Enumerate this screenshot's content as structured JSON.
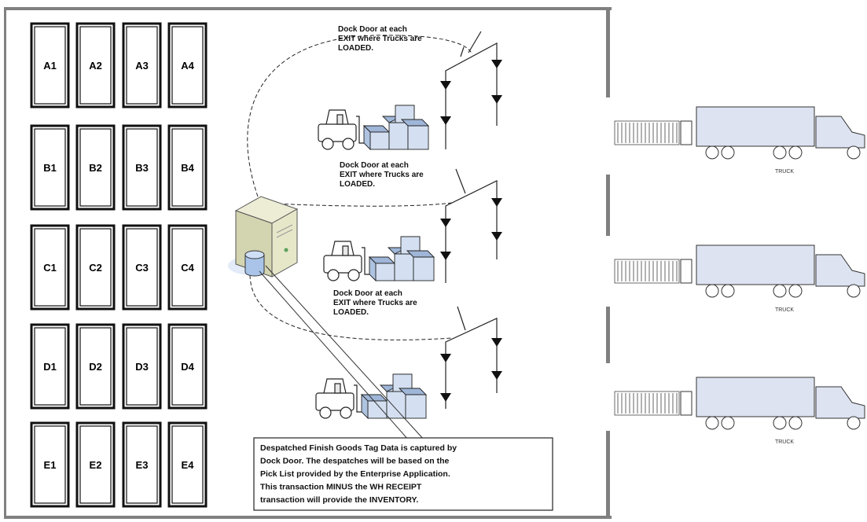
{
  "storage_grid": {
    "rows": [
      [
        "A1",
        "A2",
        "A3",
        "A4"
      ],
      [
        "B1",
        "B2",
        "B3",
        "B4"
      ],
      [
        "C1",
        "C2",
        "C3",
        "C4"
      ],
      [
        "D1",
        "D2",
        "D3",
        "D4"
      ],
      [
        "E1",
        "E2",
        "E3",
        "E4"
      ]
    ]
  },
  "callouts": [
    [
      "Dock Door at each",
      "EXIT where Trucks are",
      "LOADED."
    ],
    [
      "Dock Door at each",
      "EXIT where Trucks are",
      "LOADED."
    ],
    [
      "Dock Door at each",
      "EXIT where Trucks are",
      "LOADED."
    ]
  ],
  "trucks": [
    "TRUCK",
    "TRUCK",
    "TRUCK"
  ],
  "info_box": {
    "lines": [
      "Despatched Finish Goods Tag Data is captured by",
      "Dock Door. The despatches will be based on the",
      "Pick List provided by the Enterprise Application.",
      "This transaction MINUS the WH RECEIPT",
      "transaction will provide the INVENTORY."
    ]
  },
  "colors": {
    "wall": "#808080",
    "crate": "#c6d6ec",
    "server": "#dedfc2",
    "truck": "#dde3f1",
    "stroke": "#222222"
  }
}
